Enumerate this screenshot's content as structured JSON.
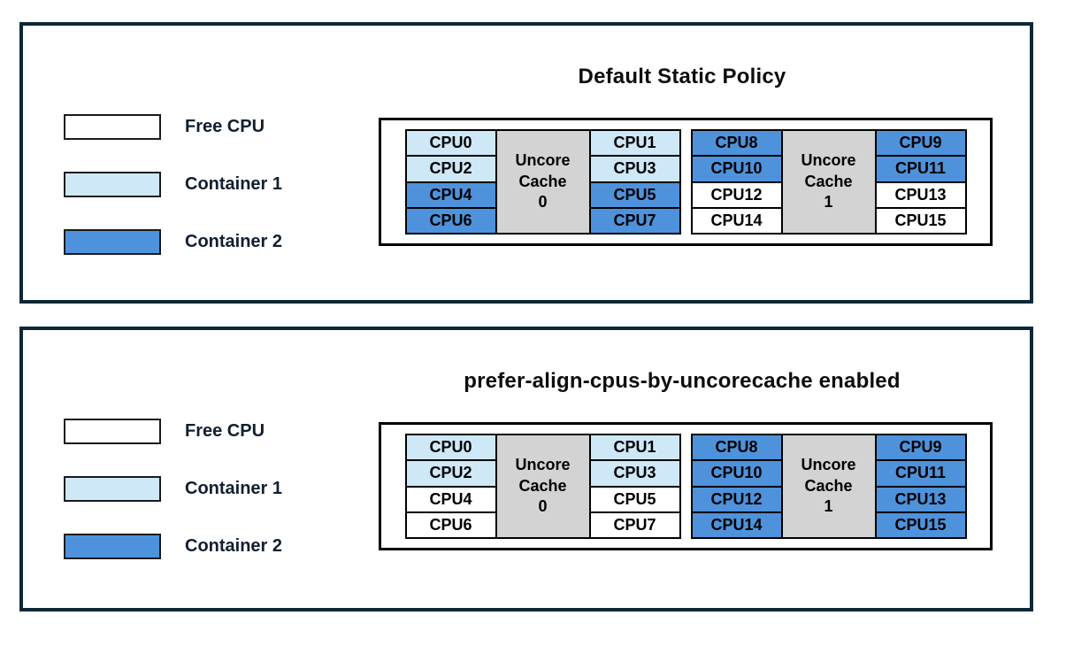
{
  "colors": {
    "free": "#ffffff",
    "container1": "#cfe8f7",
    "container2": "#4e92db",
    "uncore": "#d3d3d3",
    "panel_border": "#0e2836",
    "cell_border": "#000000",
    "text": "#000000"
  },
  "legend": {
    "items": [
      {
        "label": "Free CPU",
        "color_key": "free"
      },
      {
        "label": "Container 1",
        "color_key": "container1"
      },
      {
        "label": "Container 2",
        "color_key": "container2"
      }
    ]
  },
  "panels": [
    {
      "title": "Default Static Policy",
      "clusters": [
        {
          "uncore_label": "Uncore\nCache\n0",
          "left_cpus": [
            {
              "label": "CPU0",
              "alloc": "container1"
            },
            {
              "label": "CPU2",
              "alloc": "container1"
            },
            {
              "label": "CPU4",
              "alloc": "container2"
            },
            {
              "label": "CPU6",
              "alloc": "container2"
            }
          ],
          "right_cpus": [
            {
              "label": "CPU1",
              "alloc": "container1"
            },
            {
              "label": "CPU3",
              "alloc": "container1"
            },
            {
              "label": "CPU5",
              "alloc": "container2"
            },
            {
              "label": "CPU7",
              "alloc": "container2"
            }
          ]
        },
        {
          "uncore_label": "Uncore\nCache\n1",
          "left_cpus": [
            {
              "label": "CPU8",
              "alloc": "container2"
            },
            {
              "label": "CPU10",
              "alloc": "container2"
            },
            {
              "label": "CPU12",
              "alloc": "free"
            },
            {
              "label": "CPU14",
              "alloc": "free"
            }
          ],
          "right_cpus": [
            {
              "label": "CPU9",
              "alloc": "container2"
            },
            {
              "label": "CPU11",
              "alloc": "container2"
            },
            {
              "label": "CPU13",
              "alloc": "free"
            },
            {
              "label": "CPU15",
              "alloc": "free"
            }
          ]
        }
      ]
    },
    {
      "title": "prefer-align-cpus-by-uncorecache enabled",
      "clusters": [
        {
          "uncore_label": "Uncore\nCache\n0",
          "left_cpus": [
            {
              "label": "CPU0",
              "alloc": "container1"
            },
            {
              "label": "CPU2",
              "alloc": "container1"
            },
            {
              "label": "CPU4",
              "alloc": "free"
            },
            {
              "label": "CPU6",
              "alloc": "free"
            }
          ],
          "right_cpus": [
            {
              "label": "CPU1",
              "alloc": "container1"
            },
            {
              "label": "CPU3",
              "alloc": "container1"
            },
            {
              "label": "CPU5",
              "alloc": "free"
            },
            {
              "label": "CPU7",
              "alloc": "free"
            }
          ]
        },
        {
          "uncore_label": "Uncore\nCache\n1",
          "left_cpus": [
            {
              "label": "CPU8",
              "alloc": "container2"
            },
            {
              "label": "CPU10",
              "alloc": "container2"
            },
            {
              "label": "CPU12",
              "alloc": "container2"
            },
            {
              "label": "CPU14",
              "alloc": "container2"
            }
          ],
          "right_cpus": [
            {
              "label": "CPU9",
              "alloc": "container2"
            },
            {
              "label": "CPU11",
              "alloc": "container2"
            },
            {
              "label": "CPU13",
              "alloc": "container2"
            },
            {
              "label": "CPU15",
              "alloc": "container2"
            }
          ]
        }
      ]
    }
  ]
}
